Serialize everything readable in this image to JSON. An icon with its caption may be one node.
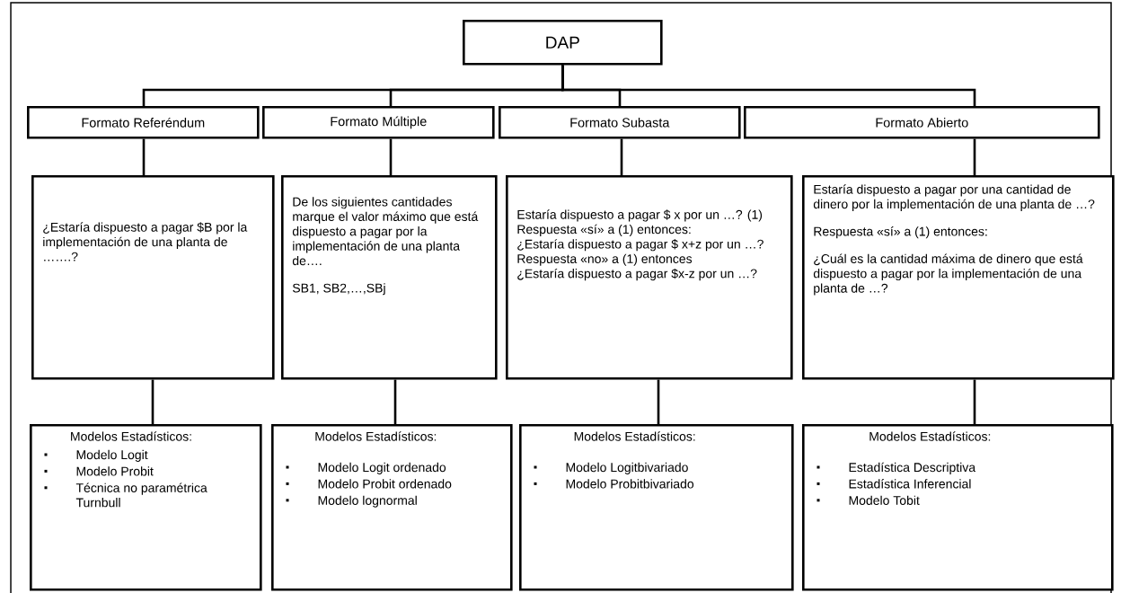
{
  "diagram": {
    "nodes": [
      {
        "text": [
          "DAP"
        ]
      },
      {
        "text": [
          "Formato Referéndum"
        ]
      },
      {
        "text": [
          "Formato Múltiple"
        ]
      },
      {
        "text": [
          "Formato Subasta"
        ]
      },
      {
        "text": [
          "Formato Abierto"
        ]
      },
      {
        "text": [
          "¿Estaría dispuesto a pagar $B por la implementación de una planta de …….?"
        ]
      },
      {
        "text": [
          "De los siguientes cantidades marque el valor máximo que está dispuesto a pagar por la implementación de una planta de….",
          "SB1, SB2,…,SBj"
        ]
      },
      {
        "text": [
          "Estaría dispuesto a pagar $ x por un …? (1)",
          "Respuesta «sí» a (1) entonces:",
          "¿Estaría dispuesto a pagar $ x+z por un …?",
          "Respuesta «no» a (1) entonces",
          "¿Estaría dispuesto a pagar $x-z por un …?"
        ]
      },
      {
        "text": [
          "Estaría dispuesto a pagar por una cantidad de dinero por la implementación de una planta de …?",
          "Respuesta «sí» a (1) entonces:",
          "¿Cuál es la cantidad máxima de dinero que está dispuesto a pagar por la implementación de una planta de …?"
        ]
      },
      {
        "text": [
          "Modelos Estadísticos:",
          "Modelo Logit",
          "Modelo Probit",
          "Técnica no paramétrica Turnbull"
        ]
      },
      {
        "text": [
          "Modelos Estadísticos:",
          "Modelo Logit ordenado",
          "Modelo Probit ordenado",
          "Modelo lognormal"
        ]
      },
      {
        "text": [
          "Modelos Estadísticos:",
          "Modelo Logitbivariado",
          "Modelo Probitbivariado"
        ]
      },
      {
        "text": [
          "Modelos Estadísticos:",
          "Estadística Descriptiva",
          "Estadística Inferencial",
          "Modelo Tobit"
        ]
      }
    ],
    "edges": [
      {
        "from": 0,
        "to": 1,
        "arrow": "none"
      },
      {
        "from": 0,
        "to": 2,
        "arrow": "none"
      },
      {
        "from": 0,
        "to": 3,
        "arrow": "none"
      },
      {
        "from": 0,
        "to": 4,
        "arrow": "none"
      },
      {
        "from": 1,
        "to": 5,
        "arrow": "none"
      },
      {
        "from": 2,
        "to": 6,
        "arrow": "none"
      },
      {
        "from": 3,
        "to": 7,
        "arrow": "none"
      },
      {
        "from": 4,
        "to": 8,
        "arrow": "none"
      },
      {
        "from": 5,
        "to": 9,
        "arrow": "none"
      },
      {
        "from": 6,
        "to": 10,
        "arrow": "none"
      },
      {
        "from": 7,
        "to": 11,
        "arrow": "none"
      },
      {
        "from": 8,
        "to": 12,
        "arrow": "none"
      }
    ]
  }
}
